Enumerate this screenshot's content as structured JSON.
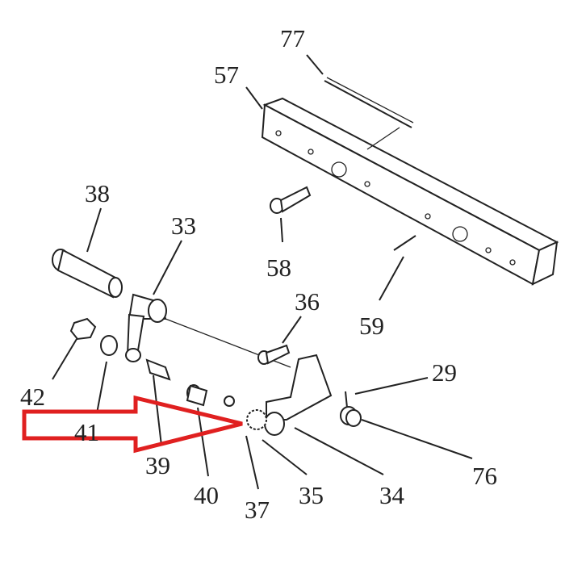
{
  "diagram": {
    "labels": {
      "p77": "77",
      "p57": "57",
      "p38": "38",
      "p33": "33",
      "p58": "58",
      "p36": "36",
      "p59": "59",
      "p29": "29",
      "p42": "42",
      "p41": "41",
      "p39": "39",
      "p40": "40",
      "p37": "37",
      "p35": "35",
      "p34": "34",
      "p76": "76"
    },
    "highlight_arrow_color": "#e02020",
    "highlight_target": "37"
  }
}
